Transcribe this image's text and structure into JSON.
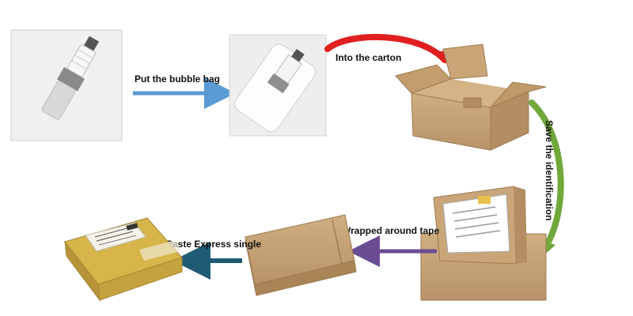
{
  "steps": [
    {
      "id": "spark-plug",
      "label": ""
    },
    {
      "id": "bubble-bag",
      "label": "Put the bubble bag"
    },
    {
      "id": "carton",
      "label": "Into the carton"
    },
    {
      "id": "identification",
      "label": "Save the identification"
    },
    {
      "id": "tape",
      "label": "Wrapped around tape"
    },
    {
      "id": "express",
      "label": "Paste Express single"
    }
  ],
  "colors": {
    "arrow_blue": "#5b9bd5",
    "arrow_red": "#e02020",
    "arrow_green": "#70a83b",
    "arrow_purple": "#6a4c93",
    "arrow_teal": "#1f5b74",
    "cardboard": "#c8a77a",
    "cardboard_dark": "#a88456",
    "tape_yellow": "#d7b54a"
  },
  "icons": [
    "spark-plug-icon",
    "bubble-bag-icon",
    "open-carton-icon",
    "carton-with-card-icon",
    "closed-carton-icon",
    "labeled-parcel-icon"
  ]
}
